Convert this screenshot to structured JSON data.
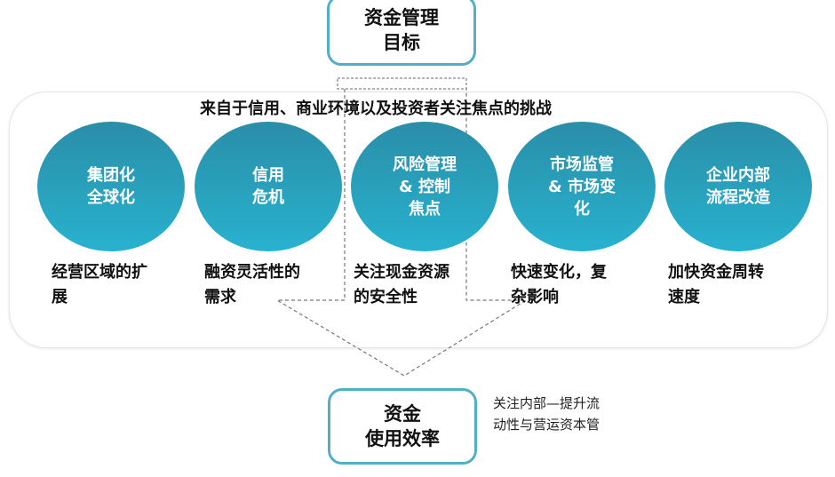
{
  "top_box": {
    "line1": "资金管理",
    "line2": "目标"
  },
  "challenge_title": "来自于信用、商业环境以及投资者关注焦点的挑战",
  "challenges": [
    {
      "circle": "集团化\n全球化",
      "desc": "经营区域的扩\n 展"
    },
    {
      "circle": "信用\n危机",
      "desc": "融资灵活性的\n 需求"
    },
    {
      "circle": "风险管理\n& 控制\n焦点",
      "desc": "关注现金资源\n 的安全性"
    },
    {
      "circle": "市场监管\n& 市场变\n化",
      "desc": "快速变化，复\n 杂影响"
    },
    {
      "circle": "企业内部\n流程改造",
      "desc": "加快资金周转\n 速度"
    }
  ],
  "bottom_box": {
    "line1": "资金",
    "line2": "使用效率"
  },
  "bottom_note": "关注内部—提升流\n动性与营运资本管",
  "colors": {
    "accent": "#4fb0c6",
    "circle_top": "#2a8ea8",
    "circle_bottom": "#28b2cf"
  }
}
